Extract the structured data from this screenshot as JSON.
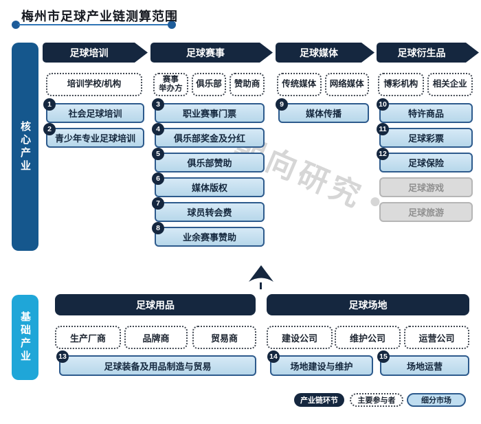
{
  "title": "梅州市足球产业链测算范围",
  "watermark": "朝向研究",
  "core": {
    "side_label": "核心产业",
    "columns": [
      {
        "header": "足球培训",
        "participants": [
          "培训学校/机构"
        ],
        "segments": [
          {
            "num": "1",
            "label": "社会足球培训"
          },
          {
            "num": "2",
            "label": "青少年专业足球培训"
          }
        ]
      },
      {
        "header": "足球赛事",
        "participants": [
          "赛事\n举办方",
          "俱乐部",
          "赞助商"
        ],
        "segments": [
          {
            "num": "3",
            "label": "职业赛事门票"
          },
          {
            "num": "4",
            "label": "俱乐部奖金及分红"
          },
          {
            "num": "5",
            "label": "俱乐部赞助"
          },
          {
            "num": "6",
            "label": "媒体版权"
          },
          {
            "num": "7",
            "label": "球员转会费"
          },
          {
            "num": "8",
            "label": "业余赛事赞助"
          }
        ]
      },
      {
        "header": "足球媒体",
        "participants": [
          "传统媒体",
          "网络媒体"
        ],
        "segments": [
          {
            "num": "9",
            "label": "媒体传播"
          }
        ]
      },
      {
        "header": "足球衍生品",
        "participants": [
          "博彩机构",
          "相关企业"
        ],
        "segments": [
          {
            "num": "10",
            "label": "特许商品"
          },
          {
            "num": "11",
            "label": "足球彩票"
          },
          {
            "num": "12",
            "label": "足球保险"
          }
        ],
        "disabled_segments": [
          "足球游戏",
          "足球旅游"
        ]
      }
    ]
  },
  "base": {
    "side_label": "基础产业",
    "groups": [
      {
        "header": "足球用品",
        "participants": [
          "生产厂商",
          "品牌商",
          "贸易商"
        ],
        "segments": [
          {
            "num": "13",
            "label": "足球装备及用品制造与贸易"
          }
        ]
      },
      {
        "header": "足球场地",
        "participants": [
          "建设公司",
          "维护公司",
          "运营公司"
        ],
        "segments": [
          {
            "num": "14",
            "label": "场地建设与维护"
          },
          {
            "num": "15",
            "label": "场地运营"
          }
        ]
      }
    ]
  },
  "legend": [
    {
      "label": "产业链环节",
      "type": "chain"
    },
    {
      "label": "主要参与者",
      "type": "participant"
    },
    {
      "label": "细分市场",
      "type": "segment"
    }
  ],
  "colors": {
    "navy": "#15273f",
    "core_sidebar_blue": "#15578d",
    "base_sidebar_cyan": "#1fa6d8",
    "segment_fill": "#c3def0",
    "segment_border": "#2d5a8c",
    "disabled_fill": "#dbdbdb",
    "disabled_text": "#8f8f8f",
    "title_line_blue": "#2e74b5",
    "title_dot_blue": "#1e5c99",
    "watermark_gray": "#d6d6d6"
  }
}
